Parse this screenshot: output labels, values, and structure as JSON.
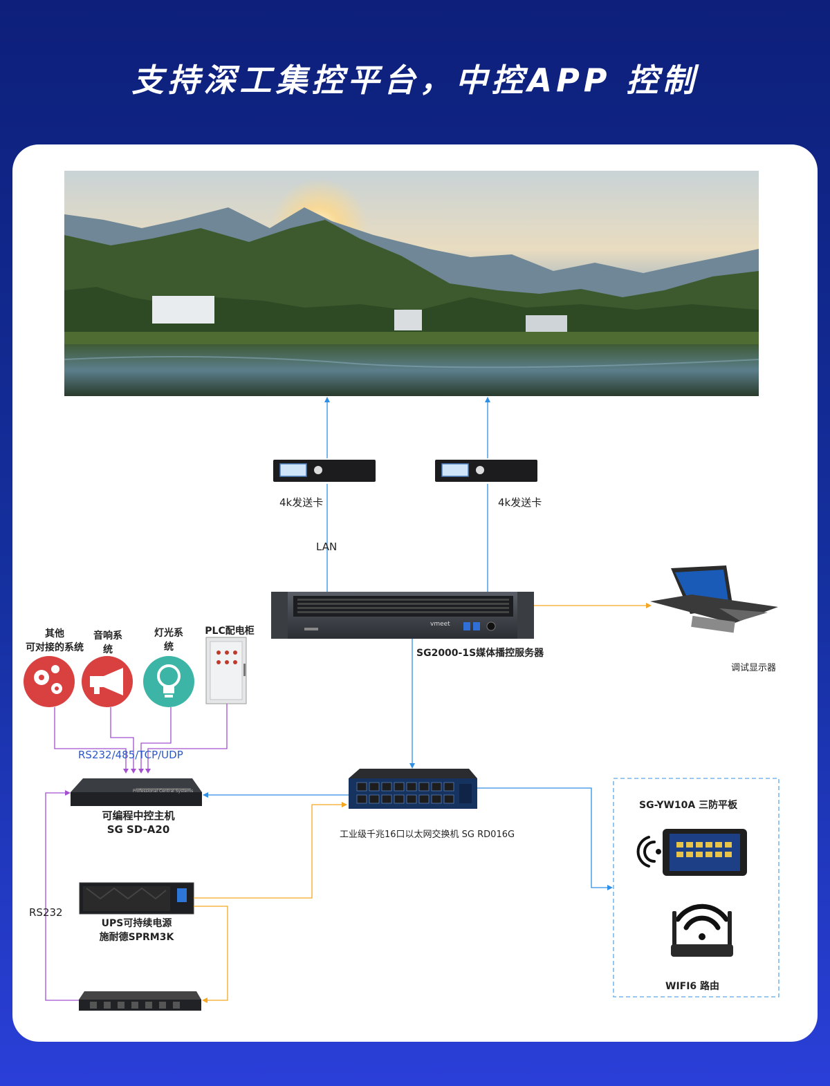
{
  "page": {
    "title": "支持深工集控平台，中控APP 控制"
  },
  "display": {
    "image_description_icon": "landscape-led-wall"
  },
  "sender_cards": [
    {
      "label": "4k发送卡"
    },
    {
      "label": "4k发送卡"
    }
  ],
  "links": {
    "lan": "LAN",
    "rs_bus": "RS232/485/TCP/UDP",
    "rs232": "RS232"
  },
  "server": {
    "label": "SG2000-1S媒体播控服务器",
    "brand": "vmeet"
  },
  "debug_monitor": {
    "label": "调试显示器"
  },
  "systems": [
    {
      "line1": "其他",
      "line2": "可对接的系统",
      "icon": "gears-icon",
      "color": "#d94040"
    },
    {
      "line1": "音响系",
      "line2": "统",
      "icon": "megaphone-icon",
      "color": "#d94040"
    },
    {
      "line1": "灯光系",
      "line2": "统",
      "icon": "lightbulb-icon",
      "color": "#3cb5a6"
    },
    {
      "line1": "PLC配电柜",
      "line2": "",
      "icon": "plc-cabinet-icon",
      "color": "#e8e8e8"
    }
  ],
  "controller": {
    "line1": "可编程中控主机",
    "line2": "SG SD-A20",
    "panel_text": "Professional Central Systems"
  },
  "switch": {
    "label": "工业级千兆16口以太网交换机 SG RD016G"
  },
  "ups": {
    "line1": "UPS可持续电源",
    "line2": "施耐德SPRM3K"
  },
  "wireless_box": {
    "tablet_label": "SG-YW10A 三防平板",
    "router_label": "WIFI6 路由"
  },
  "colors": {
    "blue_line": "#2f8ee6",
    "orange_line": "#f5a623",
    "purple_line": "#a24fd0",
    "dash_box": "#5aa8e8"
  }
}
